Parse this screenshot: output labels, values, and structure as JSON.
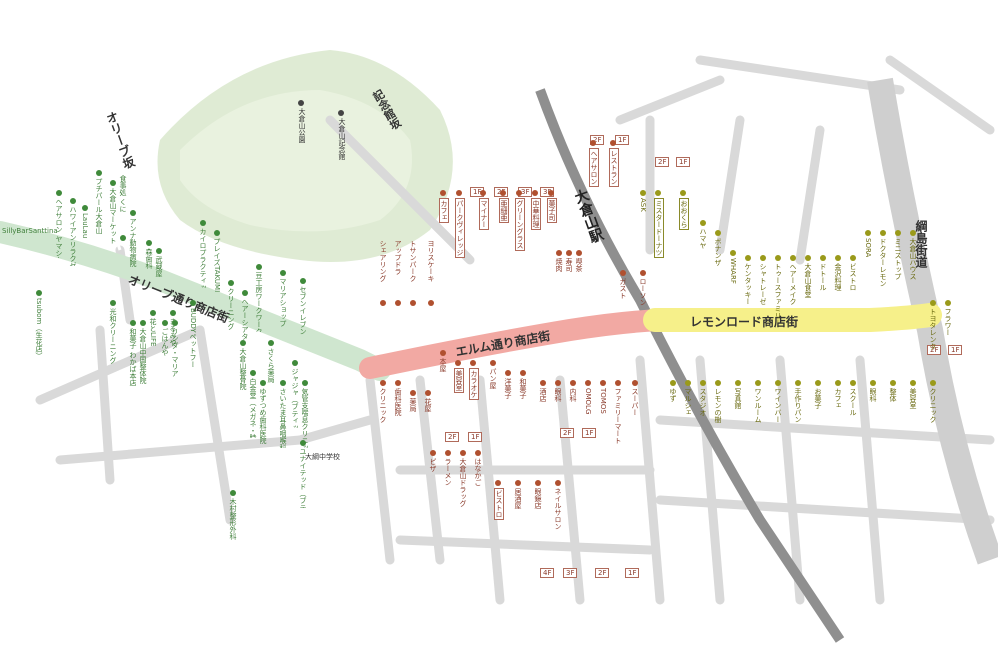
{
  "colors": {
    "olive": "#cfe6cf",
    "elm": "#f2a9a3",
    "lemon": "#f6f08a",
    "rail": "#9a9a9a",
    "road": "#d9d9d9",
    "hill": "#dbe9cf"
  },
  "streets": {
    "olive_slope": "オリーブ坂",
    "kinenkan_slope": "記念館坂",
    "olive_street": "オリーブ通り商店街",
    "elm_street": "エルム通り商店街",
    "lemon_road": "レモンロード商店街",
    "tsunashima": "綱島街道",
    "station": "大倉山駅"
  },
  "landmarks": {
    "park": "大倉山公園",
    "kinenkan": "大倉山記念館",
    "school": "大綱中学校",
    "silly_bar": "SillyBarSanttina"
  },
  "floors": [
    "2F",
    "1F",
    "3F",
    "2F",
    "1F",
    "2F",
    "1F",
    "3F",
    "2F",
    "1F",
    "2F",
    "1F",
    "4F",
    "3F",
    "2F",
    "1F",
    "2F",
    "1F"
  ],
  "shops_olive": [
    "ヘアサロン ヤマシタ",
    "ハワイアンリラクゼーション",
    "LauLau",
    "tsubom（生花店）",
    "プチパール大倉山（ペット用品）",
    "大倉山マーケット",
    "光和クリーニング",
    "食事処 くに",
    "アンナ動物病院",
    "森歯科",
    "武蔵屋",
    "カイロプラクティック",
    "プレイズTAKUMI",
    "BUDDYペットフード",
    "まるみや",
    "花とLIFE",
    "ごはんや",
    "リンダ・マリア",
    "和菓子 わかば本店",
    "大倉山中国整体院",
    "豆工房ワークワーク",
    "マリアショップ",
    "クリーニング",
    "ヘアーシアタ",
    "大倉山整骨院",
    "さくら薬局",
    "白金堂（メガネ・時計）",
    "ゆずつめ歯科医院",
    "セブンイレブン",
    "ジャジャ（ブティック）",
    "さいたま耳鼻咽喉科",
    "気管支喘息クリニック",
    "ユナイテッド（ブティック）",
    "木村整形外科"
  ],
  "shops_elm": [
    "シェアリング",
    "アップドラ",
    "トサンパーク",
    "ヨリスケーキ",
    "カフェ",
    "パークヴィレッジ",
    "マイナー",
    "亜細亜",
    "グリーングラス",
    "中華料理",
    "菓子司",
    "焼肉",
    "寿司",
    "喫茶",
    "ヘアサロン",
    "レストラン",
    "ガスト",
    "ローソン",
    "クリニック",
    "歯科医院",
    "薬局",
    "花屋",
    "本屋",
    "美容室",
    "カラオケ",
    "パン屋",
    "洋菓子",
    "和菓子",
    "酒店",
    "眼科",
    "内科",
    "OMOLG",
    "TOMOS",
    "ファミリーマート",
    "スーパー",
    "ピザ",
    "ラーメン",
    "大倉山ドラッグ",
    "はなかご",
    "ビストロ",
    "居酒屋",
    "眼鏡店",
    "ネイルサロン"
  ],
  "shops_lemon": [
    "ASK",
    "ミスタードーナツ",
    "おおくら",
    "ハマヤ",
    "ボナンザ",
    "WHARF",
    "ケンタッキー",
    "シャトレーゼ",
    "トゥースファミリー",
    "ヘアーメイク",
    "大倉山食堂",
    "ドトール",
    "金沢料理",
    "ビストロ",
    "SORA",
    "ドクターレモン",
    "ミニストップ",
    "大倉山ハウス",
    "トヨタレンタ",
    "フラワー",
    "ゆず",
    "マルシェ",
    "スタジオ",
    "レモンの樹",
    "写真館",
    "ワンルーム",
    "ワインバー",
    "手作りパン",
    "お菓子",
    "カフェ",
    "スクール",
    "眼科",
    "整体",
    "美容室",
    "クリニック"
  ]
}
